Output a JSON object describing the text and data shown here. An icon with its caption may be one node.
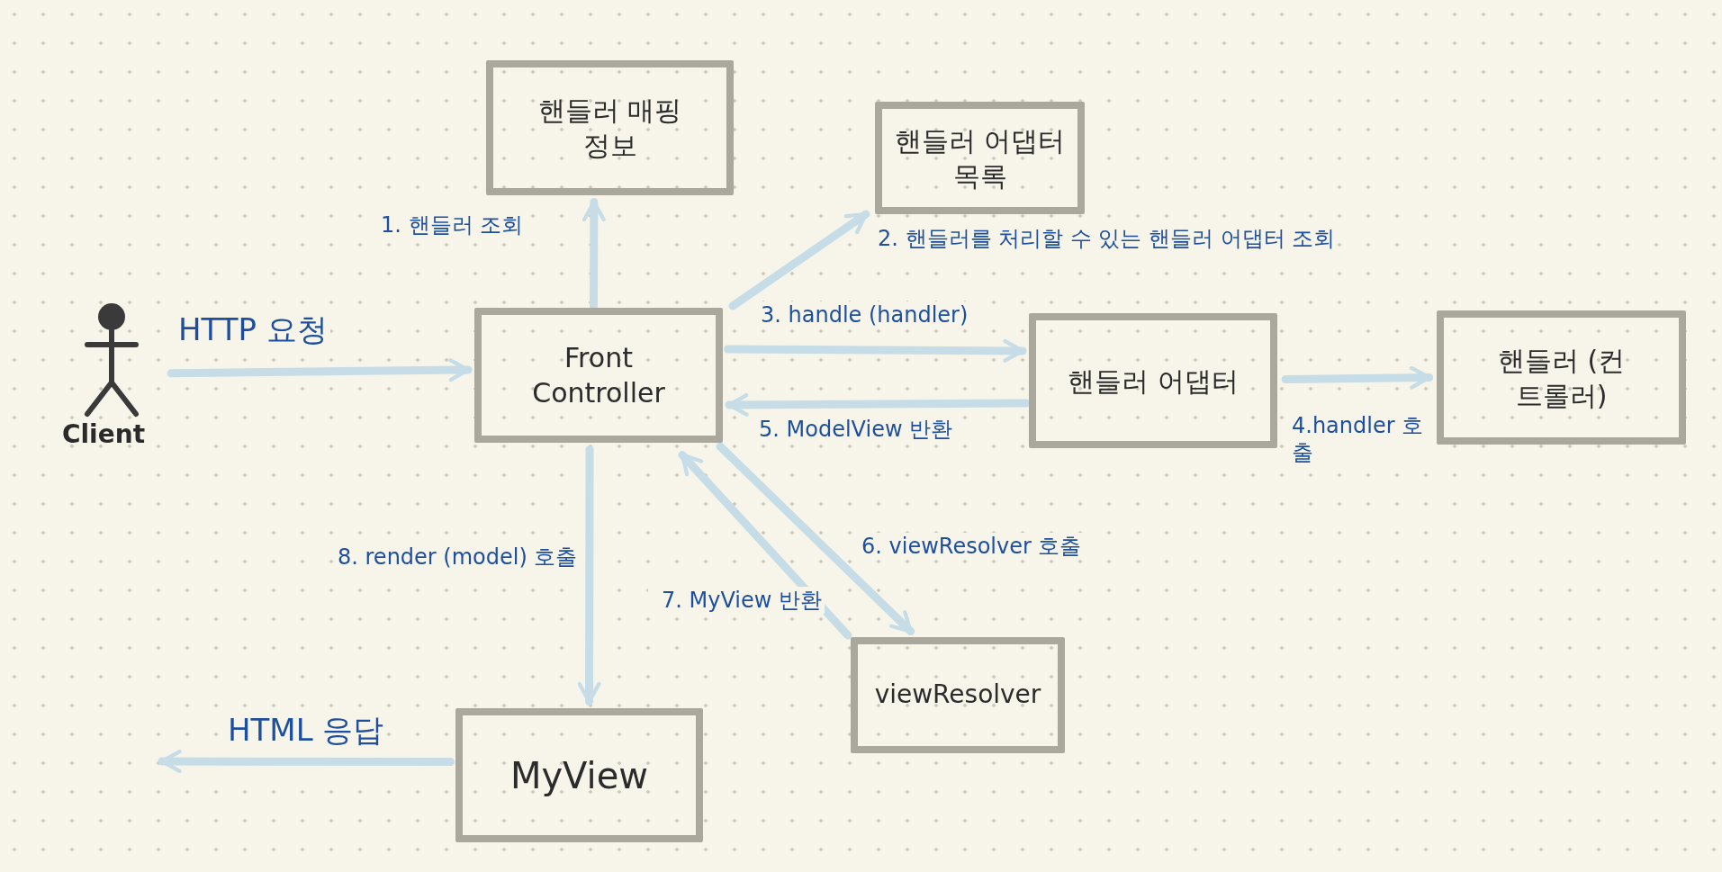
{
  "diagram": {
    "nodes": [
      {
        "text": [
          "Client"
        ]
      },
      {
        "text": [
          "핸들러 매핑정보"
        ]
      },
      {
        "text": [
          "핸들러 어댑터 목록"
        ]
      },
      {
        "text": [
          "Front Controller"
        ]
      },
      {
        "text": [
          "핸들러 어댑터"
        ]
      },
      {
        "text": [
          "핸들러 (컨트롤러)"
        ]
      },
      {
        "text": [
          "viewResolver"
        ]
      },
      {
        "text": [
          "MyView"
        ]
      }
    ],
    "edges": [
      {
        "from": 0,
        "to": 3,
        "arrow": "to",
        "label": "HTTP 요청"
      },
      {
        "from": 3,
        "to": 1,
        "arrow": "to",
        "label": "1. 핸들러 조회"
      },
      {
        "from": 3,
        "to": 2,
        "arrow": "to",
        "label": "2. 핸들러를 처리할 수 있는 핸들러 어댑터 조회"
      },
      {
        "from": 3,
        "to": 4,
        "arrow": "to",
        "label": "3. handle (handler)"
      },
      {
        "from": 4,
        "to": 5,
        "arrow": "to",
        "label": "4.handler 호출"
      },
      {
        "from": 4,
        "to": 3,
        "arrow": "to",
        "label": "5. ModelView 반환"
      },
      {
        "from": 3,
        "to": 6,
        "arrow": "to",
        "label": "6. viewResolver 호출"
      },
      {
        "from": 6,
        "to": 3,
        "arrow": "to",
        "label": "7. MyView 반환"
      },
      {
        "from": 3,
        "to": 7,
        "arrow": "to",
        "label": "8. render (model) 호출"
      },
      {
        "from": 7,
        "to": null,
        "arrow": "to",
        "label": "HTML 응답"
      }
    ]
  }
}
